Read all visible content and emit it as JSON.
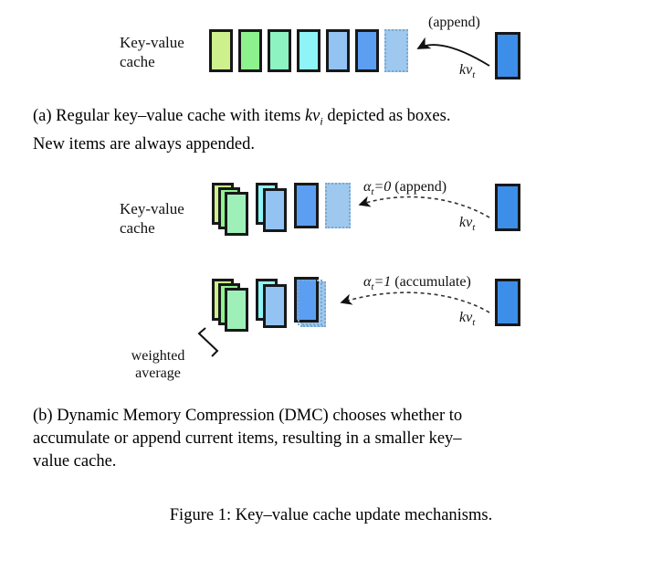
{
  "figure": {
    "title_prefix": "Figure 1:",
    "title_text": "Key–value cache update mechanisms."
  },
  "panel_a": {
    "cache_label_line1": "Key-value",
    "cache_label_line2": "cache",
    "arrow_label": "(append)",
    "kv_label": "kv",
    "kv_sub": "t",
    "boxes": [
      {
        "color": "#cef08d",
        "style": "solid"
      },
      {
        "color": "#8df28e",
        "style": "solid"
      },
      {
        "color": "#8df3c0",
        "style": "solid"
      },
      {
        "color": "#8ef4f7",
        "style": "solid"
      },
      {
        "color": "#93c3f2",
        "style": "solid"
      },
      {
        "color": "#5c9ef2",
        "style": "solid"
      },
      {
        "color": "#9ec8ee",
        "style": "dashed"
      }
    ],
    "incoming_box_color": "#3d8ee8",
    "caption_line1_a": "(a) Regular key–value cache with items ",
    "caption_kv": "kv",
    "caption_kv_sub": "i",
    "caption_line1_b": " depicted as boxes.",
    "caption_line2": "New items are always appended."
  },
  "panel_b": {
    "cache_label_line1": "Key-value",
    "cache_label_line2": "cache",
    "row_append": {
      "alpha": "α",
      "alpha_sub": "t",
      "alpha_value": "=0",
      "action": "(append)",
      "kv_label": "kv",
      "kv_sub": "t",
      "groups": [
        {
          "kind": "stack",
          "colors": [
            "#cef08d",
            "#8df28e",
            "#9ff0b8"
          ]
        },
        {
          "kind": "stack",
          "colors": [
            "#8ef4f7",
            "#93c3f2"
          ]
        },
        {
          "kind": "single",
          "colors": [
            "#5c9ef2"
          ]
        },
        {
          "kind": "dashed",
          "colors": [
            "#9ec8ee"
          ]
        }
      ],
      "incoming_box_color": "#3d8ee8"
    },
    "row_accumulate": {
      "alpha": "α",
      "alpha_sub": "t",
      "alpha_value": "=1",
      "action": "(accumulate)",
      "kv_label": "kv",
      "kv_sub": "t",
      "groups": [
        {
          "kind": "stack",
          "colors": [
            "#cef08d",
            "#8df28e",
            "#9ff0b8"
          ]
        },
        {
          "kind": "stack",
          "colors": [
            "#8ef4f7",
            "#93c3f2"
          ]
        },
        {
          "kind": "merged",
          "colors": [
            "#5c9ef2",
            "#9ec8ee"
          ]
        }
      ],
      "incoming_box_color": "#3d8ee8",
      "weighted_average_line1": "weighted",
      "weighted_average_line2": "average"
    },
    "caption_line1": "(b) Dynamic Memory Compression (DMC) chooses whether to",
    "caption_line2": "accumulate or append current items, resulting in a smaller key–",
    "caption_line3": "value cache."
  },
  "colors": {
    "box_border": "#17181a",
    "dashed_border": "#7ba7cf",
    "arrow": "#111111",
    "background": "#ffffff"
  }
}
